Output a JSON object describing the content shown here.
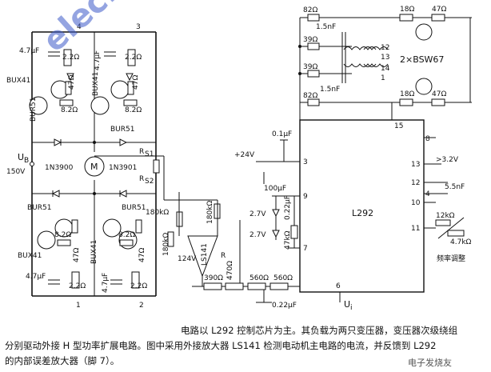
{
  "labels": {
    "pin4": "4",
    "pin3": "3",
    "pin1": "1",
    "pin2": "2",
    "c_47uF_tl": "4.7μF",
    "c_47uF_tr": "4.7μF",
    "c_47uF_bl": "4.7μF",
    "c_47uF_br": "4.7μF",
    "r_22_tl": "2.2Ω",
    "r_22_tr": "2.2Ω",
    "r_22_bl": "2.2Ω",
    "r_22_br": "2.2Ω",
    "r_47_tl": "47Ω",
    "r_47_tr": "47Ω",
    "r_47_bl": "47Ω",
    "r_47_br": "47Ω",
    "r_82_tl": "8.2Ω",
    "r_82_tr": "8.2Ω",
    "r_82_bl": "8.2Ω",
    "r_82_br": "8.2Ω",
    "bux41_tl": "BUX41",
    "bux41_tr": "BUX41",
    "bux41_bl": "BUX41",
    "bux41_br": "BUX41",
    "bur51_tl": "BUR51",
    "bur51_tr": "BUR51",
    "bur51_bl": "BUR51",
    "bur51_br": "BUR51",
    "ub": "U",
    "ub_sub": "B",
    "v150": "150V",
    "d_1n3900": "1N3900",
    "d_1n3901": "1N3901",
    "motor": "M",
    "rs1": "R",
    "rs1_sub": "S1",
    "rs2": "R",
    "rs2_sub": "S2",
    "r180k_a": "180kΩ",
    "r180k_b": "180kΩ",
    "r180k_c": "180kΩ",
    "v124": "124V",
    "ls141": "LS141",
    "r_label": "R",
    "r390": "390Ω",
    "r470": "470Ω",
    "r560_a": "560Ω",
    "r560_b": "560Ω",
    "c022_bottom": "0.22μF",
    "r82_top": "82Ω",
    "c15_top": "1.5nF",
    "r39_a": "39Ω",
    "r39_b": "39Ω",
    "r82_bot": "82Ω",
    "c15_bot": "1.5nF",
    "r18_a": "18Ω",
    "r47_a": "47Ω",
    "r18_b": "18Ω",
    "r47_b": "47Ω",
    "tr_pin_12": "12",
    "tr_pin_13": "13",
    "tr_pin_14": "14",
    "tr_pin_1": "1",
    "bsw67": "2×BSW67",
    "c01": "0.1μF",
    "v24": "+24V",
    "c100": "100μF",
    "z27_a": "2.7V",
    "z27_b": "2.7V",
    "c022_mid": "0.22μF",
    "r47k": "47kΩ",
    "ic": "L292",
    "pin15": "15",
    "pin8": "8",
    "pin3ic": "3",
    "pin9": "9",
    "pin7": "7",
    "pin6": "6",
    "pin13": "13",
    "pin12": "12",
    "pin4ic": "4",
    "pin10": "10",
    "pin11": "11",
    "v32": ">3.2V",
    "c55": "5.5nF",
    "r12k": "12kΩ",
    "r47k2": "4.7kΩ",
    "freq_adj": "频率调整",
    "ui": "U",
    "ui_sub": "i"
  },
  "watermark": "elecfans.com",
  "logo": "电子发烧友",
  "caption": {
    "line1": "电路以 L292 控制芯片为主。其负载为两只变压器，变压器次级绕组",
    "line2": "分别驱动外接 H 型功率扩展电路。图中采用外接放大器 LS141 检测电动机主电路的电流，并反馈到 L292",
    "line3": "的内部误差放大器（脚 7）。"
  }
}
